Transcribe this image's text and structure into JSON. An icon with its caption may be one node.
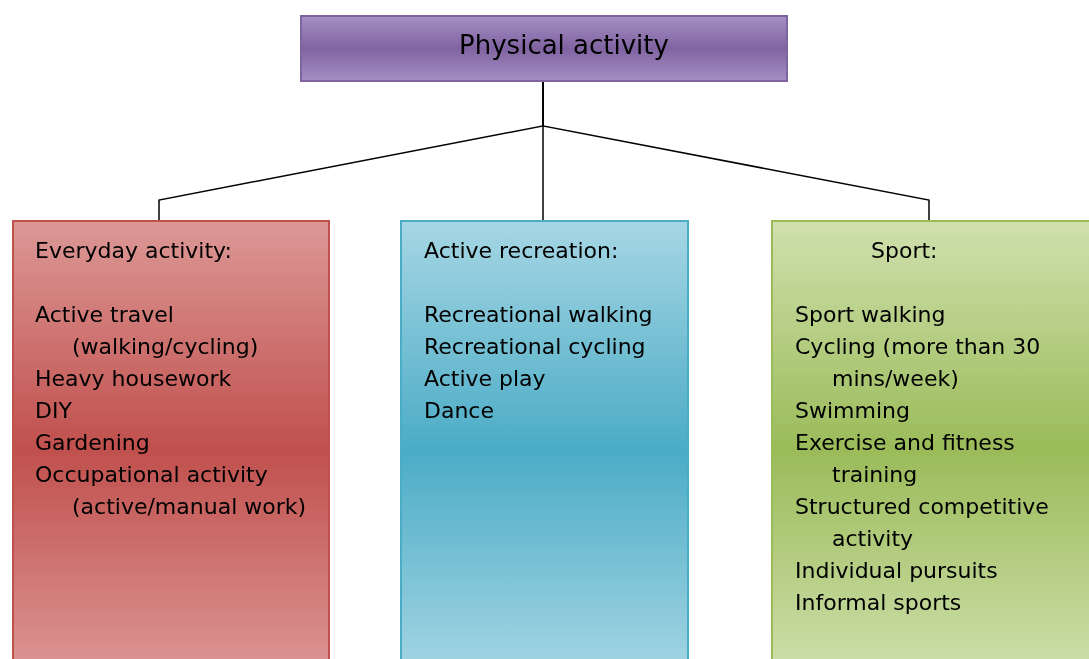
{
  "diagram": {
    "nodes": [
      {
        "text": [
          "Physical activity"
        ]
      },
      {
        "text": [
          "Everyday activity:",
          "Active travel (walking/cycling)",
          "Heavy housework",
          "DIY",
          "Gardening",
          "Occupational activity (active/manual work)"
        ]
      },
      {
        "text": [
          "Active recreation:",
          "Recreational walking",
          "Recreational cycling",
          "Active play",
          "Dance"
        ]
      },
      {
        "text": [
          "Sport:",
          "Sport walking",
          "Cycling (more than 30 mins/week)",
          "Swimming",
          "Exercise and fitness training",
          "Structured competitive activity",
          "Individual pursuits",
          "Informal sports"
        ]
      }
    ],
    "edges": [
      {
        "from": 0,
        "to": 1,
        "arrow": "none"
      },
      {
        "from": 0,
        "to": 2,
        "arrow": "none"
      },
      {
        "from": 0,
        "to": 3,
        "arrow": "none"
      }
    ]
  }
}
